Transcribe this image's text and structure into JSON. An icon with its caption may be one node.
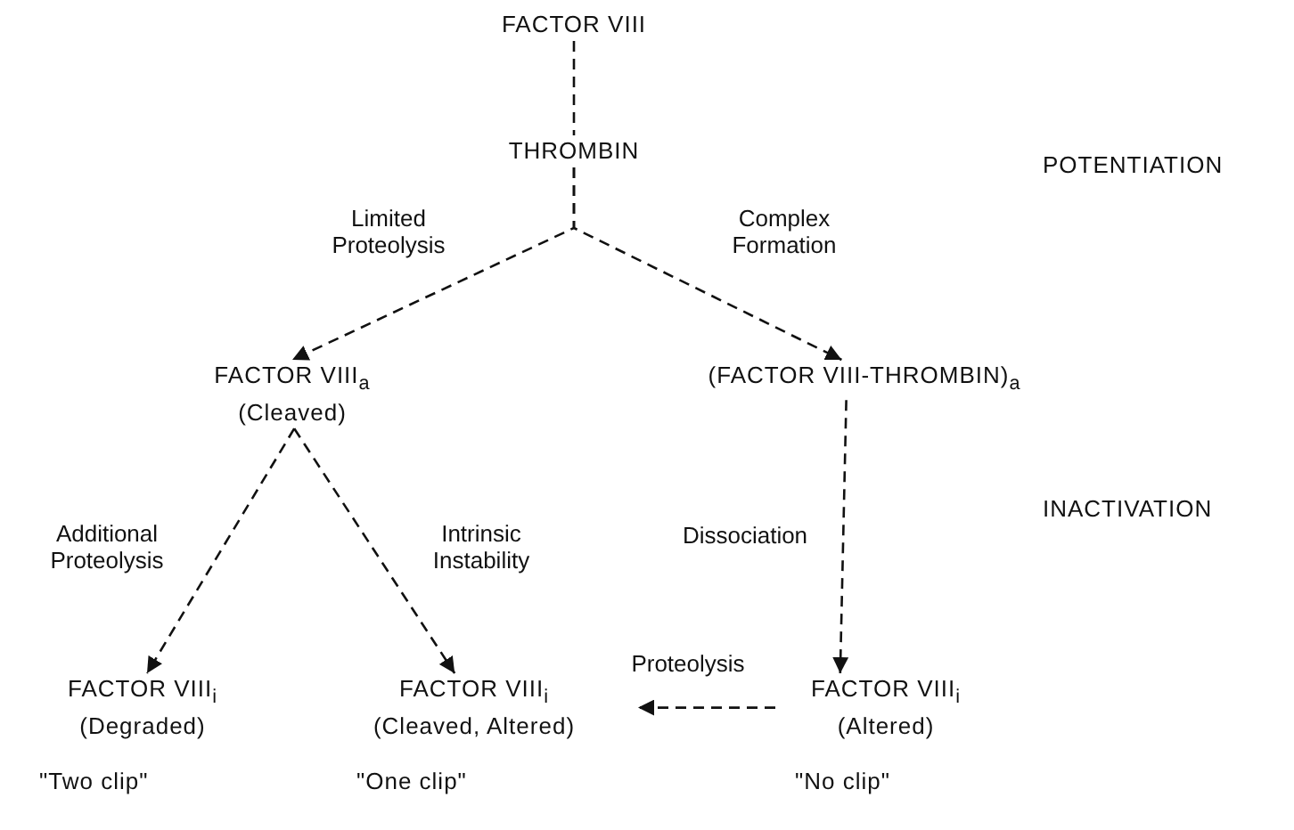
{
  "diagram": {
    "nodes": [
      {
        "text": [
          "FACTOR VIII"
        ]
      },
      {
        "text": [
          "THROMBIN"
        ]
      },
      {
        "text": [
          "FACTOR VIII$_{a}$",
          "(Cleaved)"
        ]
      },
      {
        "text": [
          "(FACTOR VIII-THROMBIN)$_{a}$"
        ]
      },
      {
        "text": [
          "FACTOR VIII$_{i}$",
          "(Degraded)"
        ],
        "beside": [
          "\"Two clip\""
        ]
      },
      {
        "text": [
          "FACTOR VIII$_{i}$",
          "(Cleaved, Altered)"
        ],
        "beside": [
          "\"One clip\""
        ]
      },
      {
        "text": [
          "FACTOR VIII$_{i}$",
          "(Altered)"
        ],
        "beside": [
          "\"No clip\""
        ]
      }
    ],
    "edges": [
      {
        "from": 0,
        "to": 1,
        "arrow": "none",
        "style": "dashed"
      },
      {
        "from": 1,
        "to": 2,
        "arrow": "to",
        "style": "dashed",
        "label": "Limited Proteolysis"
      },
      {
        "from": 1,
        "to": 3,
        "arrow": "to",
        "style": "dashed",
        "label": "Complex Formation"
      },
      {
        "from": 2,
        "to": 4,
        "arrow": "to",
        "style": "dashed",
        "label": "Additional Proteolysis"
      },
      {
        "from": 2,
        "to": 5,
        "arrow": "to",
        "style": "dashed",
        "label": "Intrinsic Instability"
      },
      {
        "from": 3,
        "to": 6,
        "arrow": "to",
        "style": "dashed",
        "label": "Dissociation"
      },
      {
        "from": 6,
        "to": 5,
        "arrow": "to",
        "style": "dashed",
        "label": "Proteolysis"
      }
    ],
    "labels": [
      "POTENTIATION",
      "INACTIVATION"
    ]
  }
}
